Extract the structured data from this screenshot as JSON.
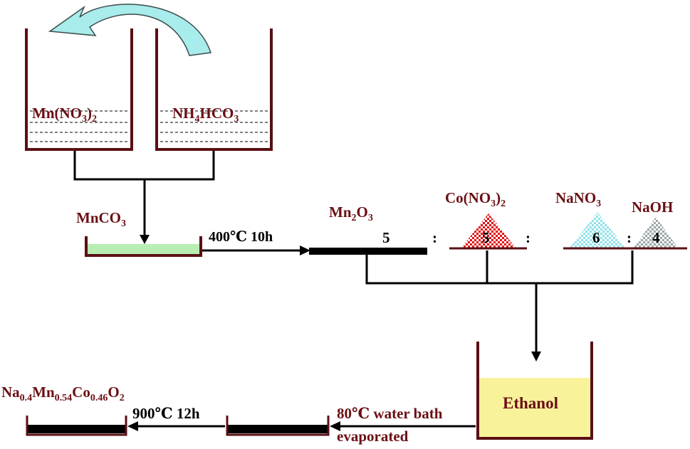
{
  "colors": {
    "wall": "#5a0f14",
    "label": "#6b0f14",
    "line": "#000000",
    "arrow_fill": "#a8ecec",
    "precursor_fill": "#b9eeb2",
    "ethanol_fill": "#f8f39a",
    "cobalt_powder": "#e01010",
    "sodium_nitrate_powder": "#8fe2ea",
    "naoh_powder": "#9aa7a8"
  },
  "beakers": {
    "left": {
      "base": "Mn(NO",
      "sub1": "3",
      "mid": ")",
      "sub2": "2"
    },
    "right": {
      "base": "NH",
      "sub1": "4",
      "mid": "HCO",
      "sub2": "3"
    }
  },
  "precursor": {
    "base": "MnCO",
    "sub": "3"
  },
  "step1": {
    "label": "400℃ 10h"
  },
  "oxide": {
    "base": "Mn",
    "sub1": "2",
    "mid": "O",
    "sub2": "3",
    "ratio": "5"
  },
  "cobalt": {
    "base": "Co(NO",
    "sub1": "3",
    "mid": ")",
    "sub2": "2",
    "ratio": "5"
  },
  "sodium_nitrate": {
    "base": "NaNO",
    "sub": "3",
    "ratio": "6"
  },
  "naoh": {
    "label": "NaOH",
    "ratio": "4"
  },
  "separators": [
    ":",
    ":",
    ":"
  ],
  "ethanol": {
    "label": "Ethanol"
  },
  "step2": {
    "line1": "80℃ water bath",
    "line2": "evaporated"
  },
  "step3": {
    "label": "900℃ 12h"
  },
  "product": {
    "p1": "Na",
    "s1": "0.4",
    "p2": "Mn",
    "s2": "0.54",
    "p3": "Co",
    "s3": "0.46",
    "p4": "O",
    "s4": "2"
  }
}
